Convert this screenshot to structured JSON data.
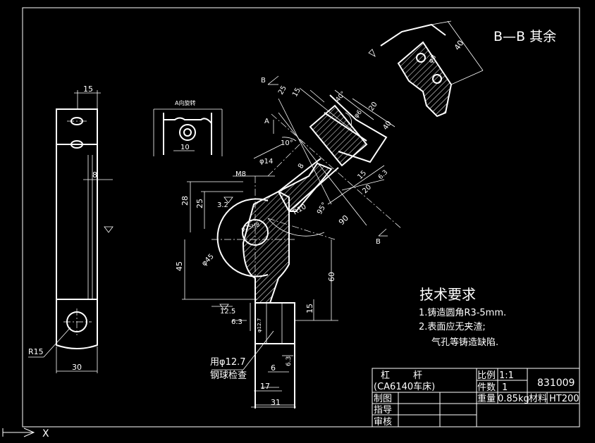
{
  "section_title": "B—B 其余",
  "auxiliary_view_label": "A向旋转",
  "view_labels": {
    "b_top": "B",
    "b_bottom": "B",
    "a": "A"
  },
  "dimensions": {
    "left_width_top": "15",
    "left_width_bottom": "30",
    "left_slot": "8",
    "left_radius": "R15",
    "aux_10": "10",
    "main_m8": "M8",
    "main_phi14": "φ14",
    "main_28": "28",
    "main_25": "25",
    "main_3_2": "3.2",
    "main_phi45": "φ45",
    "main_bore": "φ25H8",
    "main_45": "45",
    "main_60": "60",
    "main_15_right": "15",
    "main_12_5": "12.5",
    "main_6_3": "6.3",
    "main_6": "6",
    "main_17": "17",
    "main_31": "31",
    "main_r10": "R10",
    "main_95": "95°",
    "main_90": "90",
    "main_10deg": "10°",
    "main_15_arm": "15",
    "main_20_arm": "20",
    "main_25_arm": "25",
    "main_15_top": "15",
    "main_20_top": "20",
    "main_40_top": "40",
    "main_8": "8",
    "main_6_3b": "6.3",
    "main_40deg": "40°",
    "main_phi": "φ6",
    "section_40": "40",
    "section_phi8": "φ8",
    "small_bore": "φ12.7",
    "rough_right": "6.3"
  },
  "ball_note": {
    "line1": "用φ12.7",
    "line2": "钢球检查"
  },
  "tech_requirements": {
    "title": "技术要求",
    "items": [
      "1.铸造圆角R3-5mm.",
      "2.表面应无夹渣;",
      "气孔等铸造缺陷."
    ]
  },
  "title_block": {
    "part_name": "杠        杆",
    "machine": "(CA6140车床)",
    "scale_label": "比例",
    "scale_value": "1:1",
    "count_label": "件数",
    "count_value": "1",
    "drawing_no": "831009",
    "weight_label": "重量",
    "weight_value": "0.85kg",
    "material_label": "材料",
    "material_value": "HT200",
    "drawn_label": "制图",
    "guide_label": "指导",
    "review_label": "审核"
  },
  "ucs_label": "X"
}
